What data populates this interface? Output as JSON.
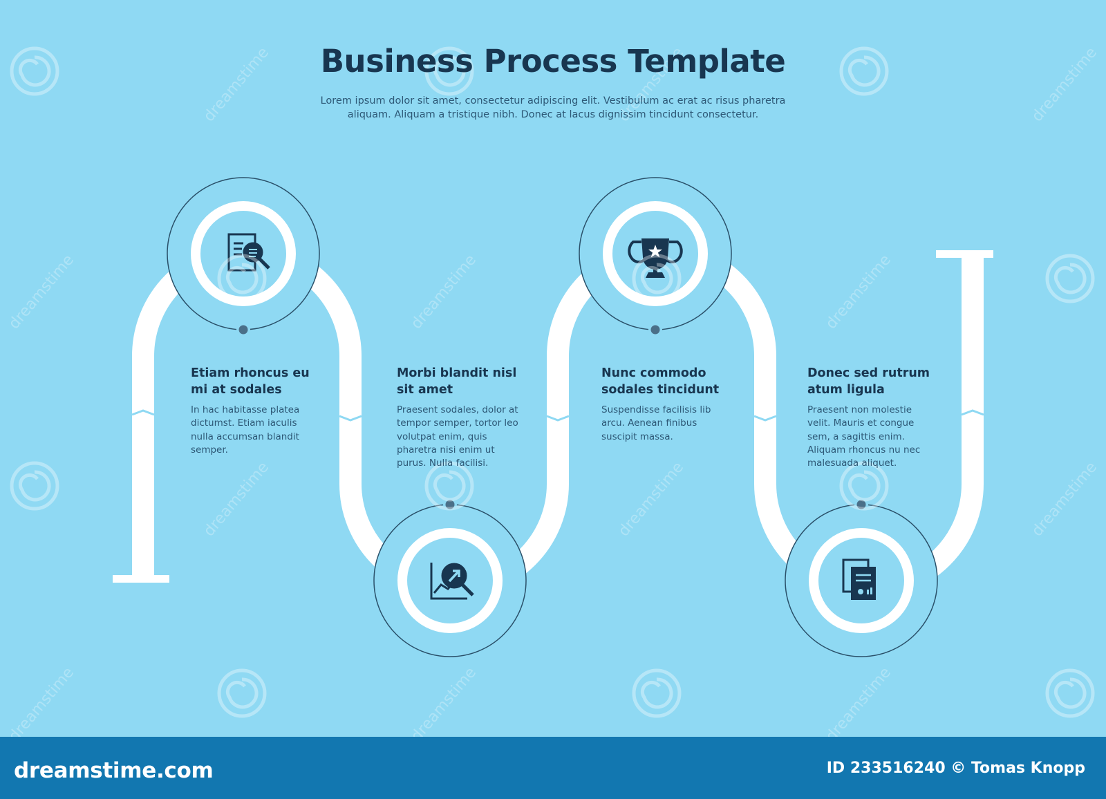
{
  "title": "Business Process Template",
  "subtitle": "Lorem ipsum dolor sit amet, consectetur adipiscing elit. Vestibulum ac erat ac risus pharetra aliquam. Aliquam a tristique nibh. Donec at lacus dignissim tincidunt consectetur.",
  "steps": [
    {
      "icon": "document-search-icon",
      "title": "Etiam rhoncus eu mi at sodales",
      "description": "In hac habitasse platea dictumst. Etiam iaculis nulla accumsan blandit semper."
    },
    {
      "icon": "chart-magnifier-icon",
      "title": "Morbi blandit nisl sit amet",
      "description": "Praesent sodales, dolor at tempor semper, tortor leo volutpat enim, quis pharetra nisi enim ut purus. Nulla facilisi."
    },
    {
      "icon": "trophy-icon",
      "title": "Nunc commodo sodales tincidunt",
      "description": "Suspendisse facilisis lib arcu. Aenean finibus suscipit massa."
    },
    {
      "icon": "documents-icon",
      "title": "Donec sed rutrum atum ligula",
      "description": "Praesent non molestie velit. Mauris et congue sem, a sagittis enim. Aliquam rhoncus nu nec malesuada aliquet."
    }
  ],
  "watermark": {
    "text": "dreamstime"
  },
  "footer": {
    "logo": "dreamstime.com",
    "credit": "ID 233516240 © Tomas Knopp"
  },
  "colors": {
    "background": "#8fd9f3",
    "dark": "#183650",
    "path": "#ffffff",
    "footer": "#1277b0"
  }
}
